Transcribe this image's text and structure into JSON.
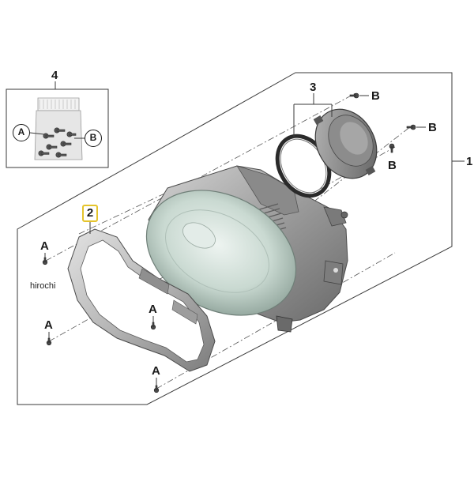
{
  "diagram": {
    "callouts": {
      "part1": "1",
      "part2": "2",
      "part3": "3",
      "part4": "4"
    },
    "letters": {
      "a": "A",
      "b": "B"
    },
    "watermark": "hirochi"
  },
  "colors": {
    "line": "#3a3a3a",
    "highlight": "#e5c42b",
    "part_dark": "#6d6d6d",
    "part_mid": "#9a9a9a",
    "part_light": "#c9c9c9",
    "lens_tint": "#c7d8d0"
  }
}
